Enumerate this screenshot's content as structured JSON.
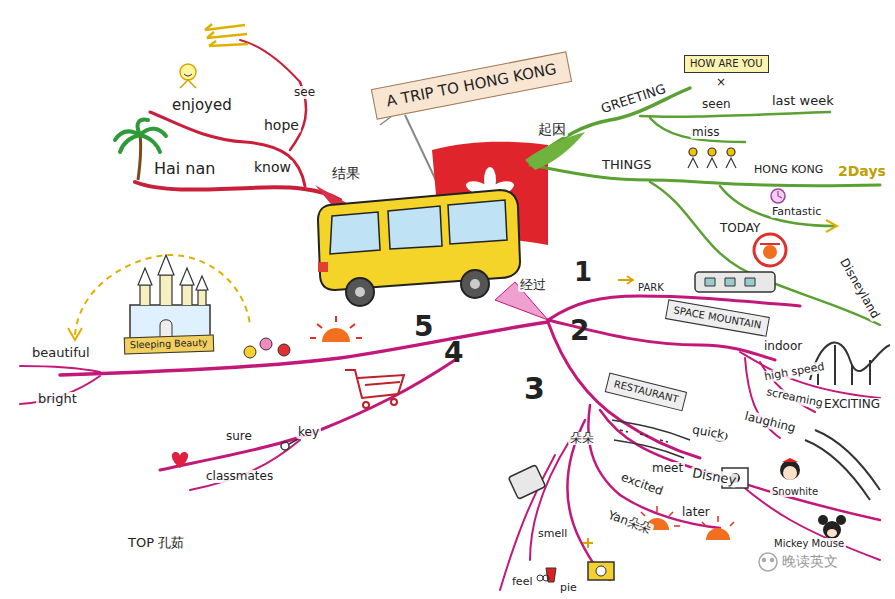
{
  "diagram": {
    "nodes": [
      {
        "text": [
          "A TRIP TO HONG KONG"
        ]
      },
      {
        "text": [
          "HOW ARE YOU"
        ]
      },
      {
        "text": [
          "SPACE MOUNTAIN"
        ]
      },
      {
        "text": [
          "RESTAURANT"
        ]
      },
      {
        "text": [
          "Sleeping Beauty"
        ]
      }
    ],
    "labels": [
      "结果",
      "see",
      "enjoyed",
      "hope",
      "Hai nan",
      "know",
      "起因",
      "GREETING",
      "×",
      "seen",
      "last week",
      "miss",
      "THINGS",
      "HONG KONG",
      "2Days",
      "Fantastic",
      "TODAY",
      "Disneyland",
      "经过",
      "1",
      "PARK",
      "2",
      "indoor",
      "high speed",
      "screaming",
      "laughing",
      "EXCITING",
      "3",
      "quick",
      "朵朵",
      "meet",
      "Disney",
      "excited",
      "later",
      "Snowhite",
      "Mickey Mouse",
      "Yan朵朵",
      "smell",
      "pie",
      "feel",
      "4",
      "sure",
      "key",
      "classmates",
      "5",
      "beautiful",
      "bright",
      "TOP 孔茹",
      "晚读英文"
    ]
  }
}
